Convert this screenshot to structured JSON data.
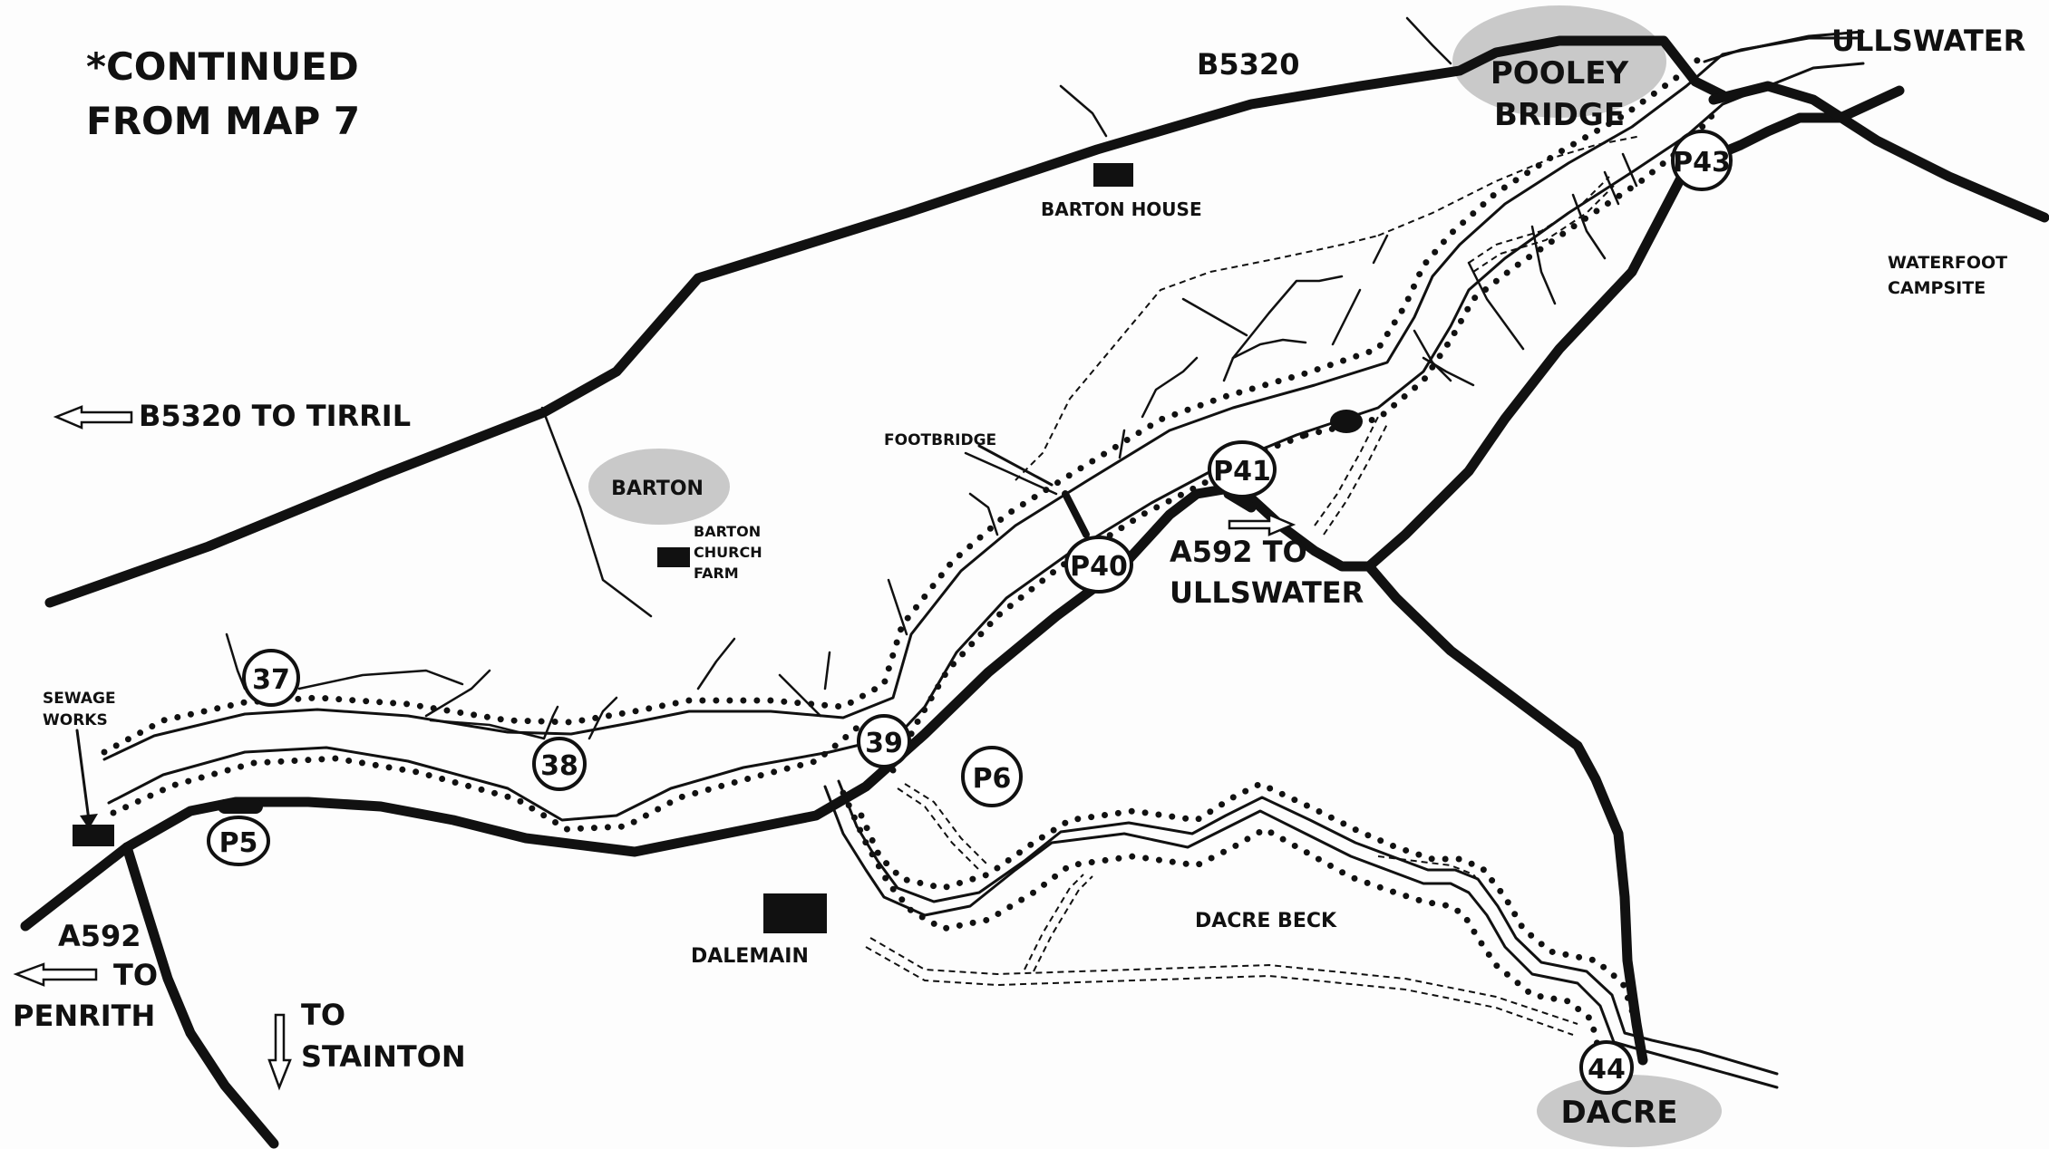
{
  "title": {
    "line1": "*CONTINUED",
    "line2": "FROM MAP 7"
  },
  "places": {
    "pooley_bridge_1": "POOLEY",
    "pooley_bridge_2": "BRIDGE",
    "barton": "BARTON",
    "dacre": "DACRE"
  },
  "labels": {
    "b5320": "B5320",
    "ullswater_top": "ULLSWATER",
    "barton_house": "BARTON HOUSE",
    "waterfoot_1": "WATERFOOT",
    "waterfoot_2": "CAMPSITE",
    "b5320_to_tirril": "B5320 TO TIRRIL",
    "footbridge": "FOOTBRIDGE",
    "barton_church_1": "BARTON",
    "barton_church_2": "CHURCH",
    "barton_church_3": "FARM",
    "a592_ullswater_1": "A592 TO",
    "a592_ullswater_2": "ULLSWATER",
    "sewage_1": "SEWAGE",
    "sewage_2": "WORKS",
    "dalemain": "DALEMAIN",
    "dacre_beck": "DACRE BECK",
    "a592": "A592",
    "to": "TO",
    "penrith": "PENRITH",
    "to_stainton_1": "TO",
    "to_stainton_2": "STAINTON"
  },
  "markers": {
    "p43": "P43",
    "p41": "P41",
    "p40": "P40",
    "m37": "37",
    "m38": "38",
    "m39": "39",
    "p6": "P6",
    "p5": "P5",
    "m44": "44"
  },
  "colors": {
    "ink": "#111111",
    "place_fill": "#c9c9c9",
    "background": "#fdfdfd"
  }
}
